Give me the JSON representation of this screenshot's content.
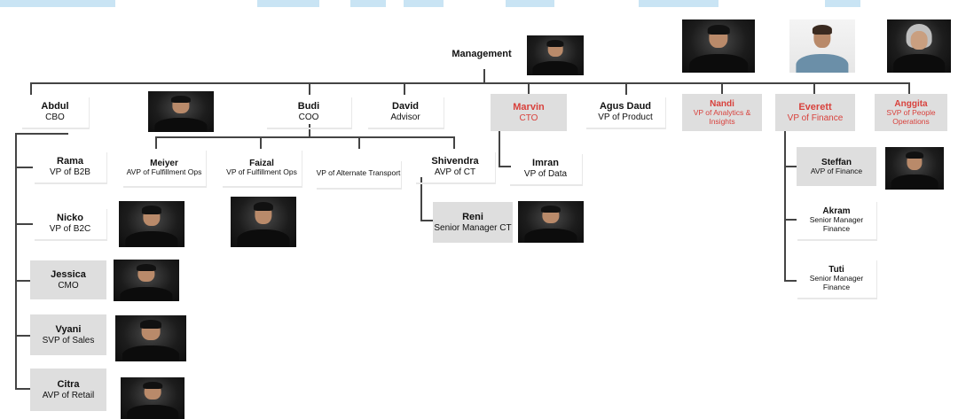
{
  "management": {
    "name": "Management"
  },
  "abdul": {
    "name": "Abdul",
    "title": "CBO"
  },
  "budi": {
    "name": "Budi",
    "title": "COO"
  },
  "david": {
    "name": "David",
    "title": "Advisor"
  },
  "marvin": {
    "name": "Marvin",
    "title": "CTO"
  },
  "agus": {
    "name": "Agus Daud",
    "title": "VP of Product"
  },
  "nandi": {
    "name": "Nandi",
    "title": "VP of Analytics & Insights"
  },
  "everett": {
    "name": "Everett",
    "title": "VP of Finance"
  },
  "anggita": {
    "name": "Anggita",
    "title": "SVP of People Operations"
  },
  "rama": {
    "name": "Rama",
    "title": "VP of B2B"
  },
  "nicko": {
    "name": "Nicko",
    "title": "VP of B2C"
  },
  "jessica": {
    "name": "Jessica",
    "title": "CMO"
  },
  "vyani": {
    "name": "Vyani",
    "title": "SVP of Sales"
  },
  "citra": {
    "name": "Citra",
    "title": "AVP of Retail"
  },
  "meiyer": {
    "name": "Meiyer",
    "title": "AVP of Fulfillment Ops"
  },
  "faizal": {
    "name": "Faizal",
    "title": "VP of Fulfillment Ops"
  },
  "alternate": {
    "title": "VP of Alternate Transport"
  },
  "shivendra": {
    "name": "Shivendra",
    "title": "AVP of CT"
  },
  "reni": {
    "name": "Reni",
    "title": "Senior Manager CT"
  },
  "imran": {
    "name": "Imran",
    "title": "VP of Data"
  },
  "steffan": {
    "name": "Steffan",
    "title": "AVP  of Finance"
  },
  "akram": {
    "name": "Akram",
    "title": "Senior Manager Finance"
  },
  "tuti": {
    "name": "Tuti",
    "title": "Senior Manager Finance"
  },
  "colors": {
    "highlight": "#d8413c",
    "box_grey": "#dedede",
    "line": "#444444",
    "top_band": "#c9e4f4"
  }
}
